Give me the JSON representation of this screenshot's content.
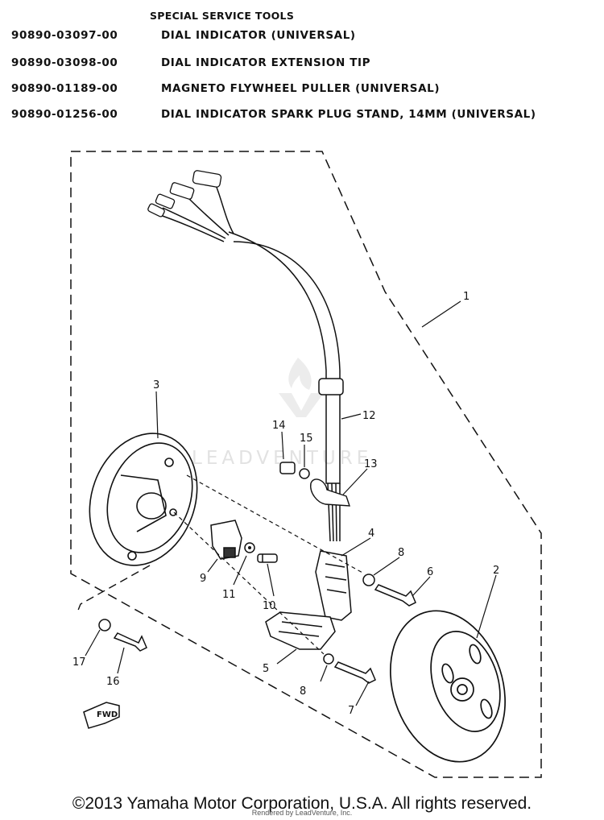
{
  "tools": {
    "heading": "SPECIAL SERVICE TOOLS",
    "rows": [
      {
        "part_number": "90890-03097-00",
        "description": "DIAL INDICATOR (UNIVERSAL)"
      },
      {
        "part_number": "90890-03098-00",
        "description": "DIAL INDICATOR EXTENSION TIP"
      },
      {
        "part_number": "90890-01189-00",
        "description": "MAGNETO FLYWHEEL PULLER (UNIVERSAL)"
      },
      {
        "part_number": "90890-01256-00",
        "description": "DIAL INDICATOR SPARK PLUG STAND, 14MM (UNIVERSAL)"
      }
    ]
  },
  "diagram": {
    "callouts": [
      "1",
      "2",
      "3",
      "4",
      "5",
      "6",
      "7",
      "8",
      "8",
      "9",
      "10",
      "11",
      "12",
      "13",
      "14",
      "15",
      "16",
      "17"
    ],
    "fwd_label": "FWD"
  },
  "watermark": {
    "text": "LEADVENTURE"
  },
  "footer": {
    "copyright": "©2013 Yamaha Motor Corporation, U.S.A. All rights reserved.",
    "rendered_by": "Rendered by LeadVenture, Inc."
  }
}
